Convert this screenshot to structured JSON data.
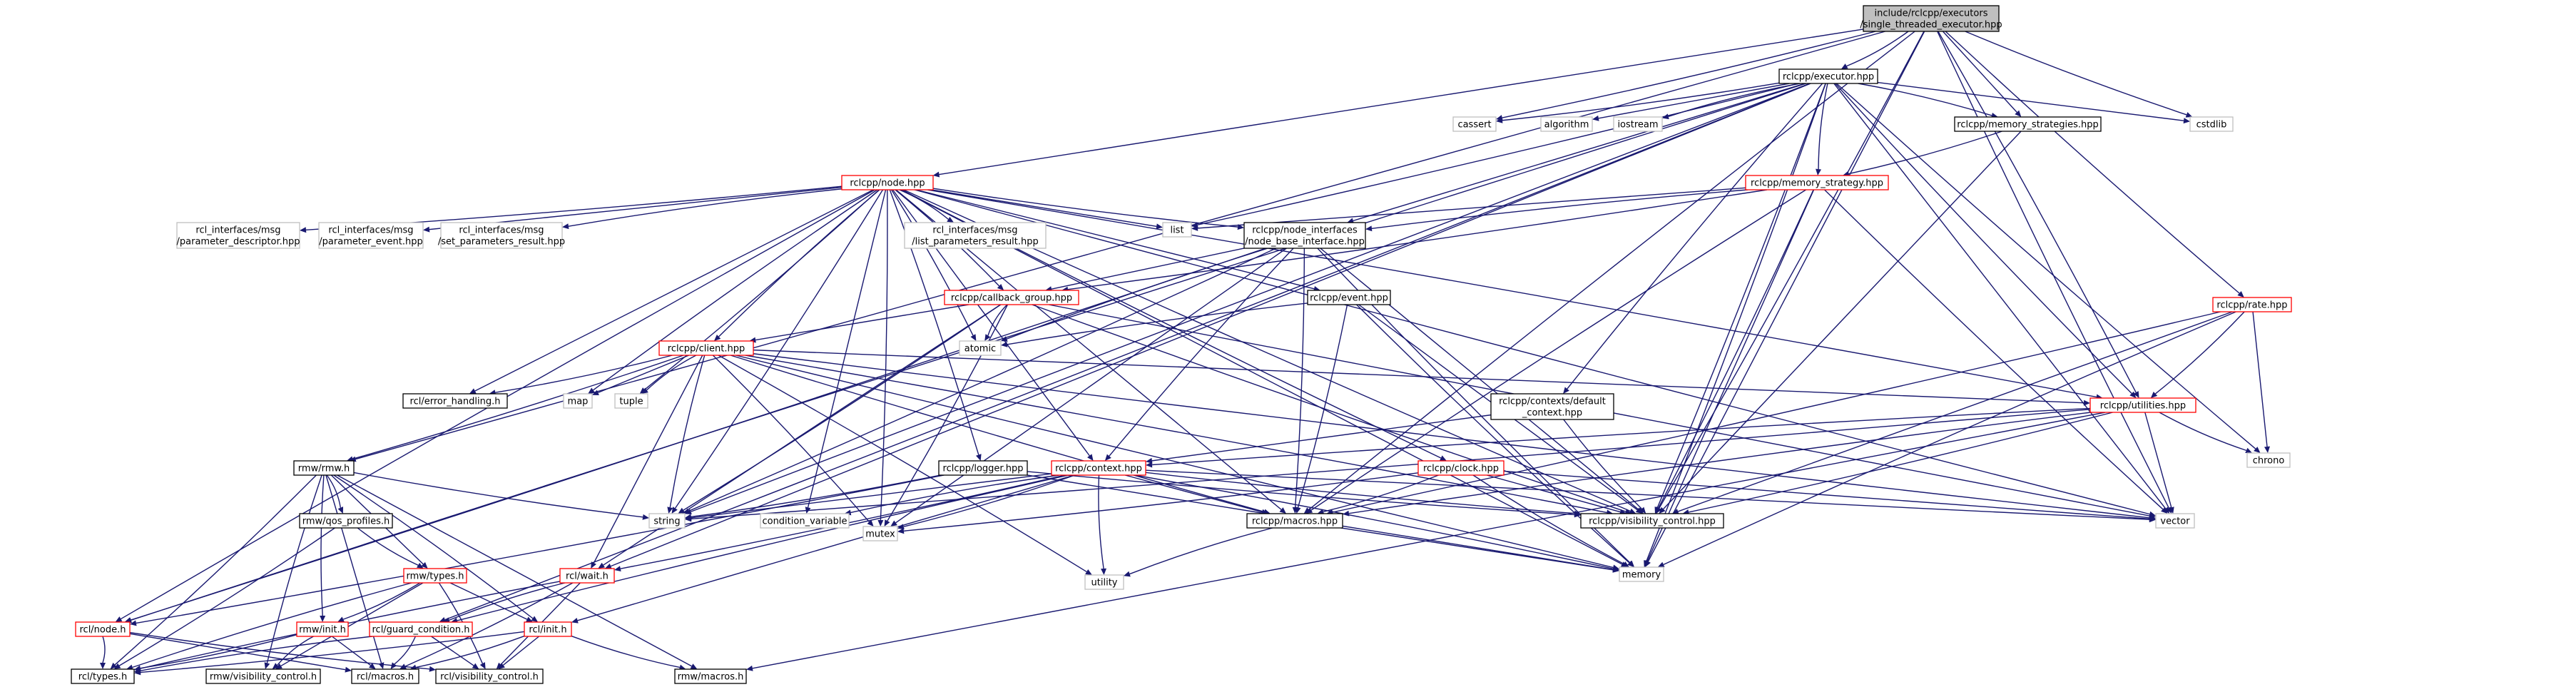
{
  "colors": {
    "edge": "#191970",
    "root_fill": "#bfbfbf",
    "documented_border": "#000000",
    "undocumented_border": "#ff0000",
    "external_border": "#bfbfbf"
  },
  "nodes": [
    {
      "id": "root",
      "lines": [
        "include/rclcpp/executors",
        "/single_threaded_executor.hpp"
      ],
      "kind": "root"
    },
    {
      "id": "executor",
      "lines": [
        "rclcpp/executor.hpp"
      ],
      "kind": "doc"
    },
    {
      "id": "cassert",
      "lines": [
        "cassert"
      ],
      "kind": "ext"
    },
    {
      "id": "algorithm",
      "lines": [
        "algorithm"
      ],
      "kind": "ext"
    },
    {
      "id": "iostream",
      "lines": [
        "iostream"
      ],
      "kind": "ext"
    },
    {
      "id": "memstrategies",
      "lines": [
        "rclcpp/memory_strategies.hpp"
      ],
      "kind": "doc"
    },
    {
      "id": "cstdlib",
      "lines": [
        "cstdlib"
      ],
      "kind": "ext"
    },
    {
      "id": "memstrategy",
      "lines": [
        "rclcpp/memory_strategy.hpp"
      ],
      "kind": "undoc"
    },
    {
      "id": "nodehpp",
      "lines": [
        "rclcpp/node.hpp"
      ],
      "kind": "undoc"
    },
    {
      "id": "list",
      "lines": [
        "list"
      ],
      "kind": "ext"
    },
    {
      "id": "paramdesc",
      "lines": [
        "rcl_interfaces/msg",
        "/parameter_descriptor.hpp"
      ],
      "kind": "ext"
    },
    {
      "id": "paramevent",
      "lines": [
        "rcl_interfaces/msg",
        "/parameter_event.hpp"
      ],
      "kind": "ext"
    },
    {
      "id": "setparams",
      "lines": [
        "rcl_interfaces/msg",
        "/set_parameters_result.hpp"
      ],
      "kind": "ext"
    },
    {
      "id": "listparams",
      "lines": [
        "rcl_interfaces/msg",
        "/list_parameters_result.hpp"
      ],
      "kind": "ext"
    },
    {
      "id": "nodebase",
      "lines": [
        "rclcpp/node_interfaces",
        "/node_base_interface.hpp"
      ],
      "kind": "doc"
    },
    {
      "id": "callbackgroup",
      "lines": [
        "rclcpp/callback_group.hpp"
      ],
      "kind": "undoc"
    },
    {
      "id": "event",
      "lines": [
        "rclcpp/event.hpp"
      ],
      "kind": "doc"
    },
    {
      "id": "client",
      "lines": [
        "rclcpp/client.hpp"
      ],
      "kind": "undoc"
    },
    {
      "id": "atomic",
      "lines": [
        "atomic"
      ],
      "kind": "ext"
    },
    {
      "id": "rclerror",
      "lines": [
        "rcl/error_handling.h"
      ],
      "kind": "doc"
    },
    {
      "id": "map",
      "lines": [
        "map"
      ],
      "kind": "ext"
    },
    {
      "id": "tuple",
      "lines": [
        "tuple"
      ],
      "kind": "ext"
    },
    {
      "id": "defaultctx",
      "lines": [
        "rclcpp/contexts/default",
        "_context.hpp"
      ],
      "kind": "doc"
    },
    {
      "id": "rate",
      "lines": [
        "rclcpp/rate.hpp"
      ],
      "kind": "undoc"
    },
    {
      "id": "utilities",
      "lines": [
        "rclcpp/utilities.hpp"
      ],
      "kind": "undoc"
    },
    {
      "id": "chrono",
      "lines": [
        "chrono"
      ],
      "kind": "ext"
    },
    {
      "id": "rmw",
      "lines": [
        "rmw/rmw.h"
      ],
      "kind": "doc"
    },
    {
      "id": "logger",
      "lines": [
        "rclcpp/logger.hpp"
      ],
      "kind": "doc"
    },
    {
      "id": "context",
      "lines": [
        "rclcpp/context.hpp"
      ],
      "kind": "undoc"
    },
    {
      "id": "clock",
      "lines": [
        "rclcpp/clock.hpp"
      ],
      "kind": "undoc"
    },
    {
      "id": "qos",
      "lines": [
        "rmw/qos_profiles.h"
      ],
      "kind": "doc"
    },
    {
      "id": "string",
      "lines": [
        "string"
      ],
      "kind": "ext"
    },
    {
      "id": "condvar",
      "lines": [
        "condition_variable"
      ],
      "kind": "ext"
    },
    {
      "id": "mutex",
      "lines": [
        "mutex"
      ],
      "kind": "ext"
    },
    {
      "id": "macros",
      "lines": [
        "rclcpp/macros.hpp"
      ],
      "kind": "doc"
    },
    {
      "id": "visibility",
      "lines": [
        "rclcpp/visibility_control.hpp"
      ],
      "kind": "doc"
    },
    {
      "id": "vector",
      "lines": [
        "vector"
      ],
      "kind": "ext"
    },
    {
      "id": "rmwtypes",
      "lines": [
        "rmw/types.h"
      ],
      "kind": "undoc"
    },
    {
      "id": "rclwait",
      "lines": [
        "rcl/wait.h"
      ],
      "kind": "undoc"
    },
    {
      "id": "utility",
      "lines": [
        "utility"
      ],
      "kind": "ext"
    },
    {
      "id": "memory",
      "lines": [
        "memory"
      ],
      "kind": "ext"
    },
    {
      "id": "rclnode",
      "lines": [
        "rcl/node.h"
      ],
      "kind": "undoc"
    },
    {
      "id": "rmwinit",
      "lines": [
        "rmw/init.h"
      ],
      "kind": "undoc"
    },
    {
      "id": "guardcond",
      "lines": [
        "rcl/guard_condition.h"
      ],
      "kind": "undoc"
    },
    {
      "id": "rclinit",
      "lines": [
        "rcl/init.h"
      ],
      "kind": "undoc"
    },
    {
      "id": "rcltypes",
      "lines": [
        "rcl/types.h"
      ],
      "kind": "doc"
    },
    {
      "id": "rmwvis",
      "lines": [
        "rmw/visibility_control.h"
      ],
      "kind": "doc"
    },
    {
      "id": "rclmacros",
      "lines": [
        "rcl/macros.h"
      ],
      "kind": "doc"
    },
    {
      "id": "rclvis",
      "lines": [
        "rcl/visibility_control.h"
      ],
      "kind": "doc"
    },
    {
      "id": "rmwmacros",
      "lines": [
        "rmw/macros.h"
      ],
      "kind": "doc"
    }
  ],
  "edges": [
    [
      "root",
      "executor"
    ],
    [
      "root",
      "memstrategies"
    ],
    [
      "root",
      "cstdlib"
    ],
    [
      "root",
      "cassert"
    ],
    [
      "root",
      "nodehpp"
    ],
    [
      "root",
      "rate"
    ],
    [
      "root",
      "utilities"
    ],
    [
      "root",
      "rmw"
    ],
    [
      "root",
      "macros"
    ],
    [
      "root",
      "visibility"
    ],
    [
      "root",
      "memory"
    ],
    [
      "root",
      "vector"
    ],
    [
      "executor",
      "cassert"
    ],
    [
      "executor",
      "algorithm"
    ],
    [
      "executor",
      "iostream"
    ],
    [
      "executor",
      "memstrategies"
    ],
    [
      "executor",
      "cstdlib"
    ],
    [
      "executor",
      "memstrategy"
    ],
    [
      "executor",
      "list"
    ],
    [
      "executor",
      "nodebase"
    ],
    [
      "executor",
      "defaultctx"
    ],
    [
      "executor",
      "visibility"
    ],
    [
      "executor",
      "vector"
    ],
    [
      "executor",
      "chrono"
    ],
    [
      "executor",
      "memory"
    ],
    [
      "executor",
      "string"
    ],
    [
      "executor",
      "rclnode"
    ],
    [
      "executor",
      "guardcond"
    ],
    [
      "executor",
      "rclwait"
    ],
    [
      "executor",
      "utilities"
    ],
    [
      "memstrategies",
      "memstrategy"
    ],
    [
      "memstrategies",
      "visibility"
    ],
    [
      "memstrategy",
      "nodebase"
    ],
    [
      "memstrategy",
      "callbackgroup"
    ],
    [
      "memstrategy",
      "list"
    ],
    [
      "memstrategy",
      "macros"
    ],
    [
      "memstrategy",
      "visibility"
    ],
    [
      "memstrategy",
      "memory"
    ],
    [
      "memstrategy",
      "vector"
    ],
    [
      "nodehpp",
      "paramdesc"
    ],
    [
      "nodehpp",
      "paramevent"
    ],
    [
      "nodehpp",
      "setparams"
    ],
    [
      "nodehpp",
      "listparams"
    ],
    [
      "nodehpp",
      "list"
    ],
    [
      "nodehpp",
      "nodebase"
    ],
    [
      "nodehpp",
      "callbackgroup"
    ],
    [
      "nodehpp",
      "event"
    ],
    [
      "nodehpp",
      "client"
    ],
    [
      "nodehpp",
      "atomic"
    ],
    [
      "nodehpp",
      "rclerror"
    ],
    [
      "nodehpp",
      "map"
    ],
    [
      "nodehpp",
      "tuple"
    ],
    [
      "nodehpp",
      "context"
    ],
    [
      "nodehpp",
      "clock"
    ],
    [
      "nodehpp",
      "logger"
    ],
    [
      "nodehpp",
      "macros"
    ],
    [
      "nodehpp",
      "visibility"
    ],
    [
      "nodehpp",
      "utilities"
    ],
    [
      "nodehpp",
      "memory"
    ],
    [
      "nodehpp",
      "vector"
    ],
    [
      "nodehpp",
      "string"
    ],
    [
      "nodehpp",
      "condvar"
    ],
    [
      "nodehpp",
      "rclnode"
    ],
    [
      "nodehpp",
      "mutex"
    ],
    [
      "nodebase",
      "callbackgroup"
    ],
    [
      "nodebase",
      "context"
    ],
    [
      "nodebase",
      "macros"
    ],
    [
      "nodebase",
      "visibility"
    ],
    [
      "nodebase",
      "memory"
    ],
    [
      "nodebase",
      "string"
    ],
    [
      "nodebase",
      "mutex"
    ],
    [
      "nodebase",
      "atomic"
    ],
    [
      "nodebase",
      "rclnode"
    ],
    [
      "callbackgroup",
      "client"
    ],
    [
      "callbackgroup",
      "atomic"
    ],
    [
      "callbackgroup",
      "mutex"
    ],
    [
      "callbackgroup",
      "vector"
    ],
    [
      "callbackgroup",
      "visibility"
    ],
    [
      "callbackgroup",
      "string"
    ],
    [
      "callbackgroup",
      "rclwait"
    ],
    [
      "event",
      "atomic"
    ],
    [
      "event",
      "macros"
    ],
    [
      "event",
      "visibility"
    ],
    [
      "event",
      "memory"
    ],
    [
      "client",
      "rclerror"
    ],
    [
      "client",
      "map"
    ],
    [
      "client",
      "tuple"
    ],
    [
      "client",
      "rmw"
    ],
    [
      "client",
      "rclwait"
    ],
    [
      "client",
      "string"
    ],
    [
      "client",
      "utility"
    ],
    [
      "client",
      "memory"
    ],
    [
      "client",
      "macros"
    ],
    [
      "client",
      "visibility"
    ],
    [
      "client",
      "utilities"
    ],
    [
      "client",
      "vector"
    ],
    [
      "client",
      "mutex"
    ],
    [
      "defaultctx",
      "context"
    ],
    [
      "defaultctx",
      "visibility"
    ],
    [
      "rate",
      "utilities"
    ],
    [
      "rate",
      "chrono"
    ],
    [
      "rate",
      "memory"
    ],
    [
      "rate",
      "macros"
    ],
    [
      "rate",
      "visibility"
    ],
    [
      "utilities",
      "chrono"
    ],
    [
      "utilities",
      "string"
    ],
    [
      "utilities",
      "vector"
    ],
    [
      "utilities",
      "context"
    ],
    [
      "utilities",
      "visibility"
    ],
    [
      "utilities",
      "rmwmacros"
    ],
    [
      "utilities",
      "macros"
    ],
    [
      "rmw",
      "qos"
    ],
    [
      "rmw",
      "rmwtypes"
    ],
    [
      "rmw",
      "rmwinit"
    ],
    [
      "rmw",
      "rclinit"
    ],
    [
      "rmw",
      "rmwmacros"
    ],
    [
      "rmw",
      "rmwvis"
    ],
    [
      "rmw",
      "rcltypes"
    ],
    [
      "rmw",
      "rclmacros"
    ],
    [
      "rmw",
      "string"
    ],
    [
      "logger",
      "string"
    ],
    [
      "logger",
      "memory"
    ],
    [
      "logger",
      "visibility"
    ],
    [
      "logger",
      "rclnode"
    ],
    [
      "context",
      "string"
    ],
    [
      "context",
      "condvar"
    ],
    [
      "context",
      "mutex"
    ],
    [
      "context",
      "macros"
    ],
    [
      "context",
      "visibility"
    ],
    [
      "context",
      "memory"
    ],
    [
      "context",
      "vector"
    ],
    [
      "context",
      "utility"
    ],
    [
      "context",
      "rclwait"
    ],
    [
      "context",
      "rclinit"
    ],
    [
      "context",
      "guardcond"
    ],
    [
      "clock",
      "macros"
    ],
    [
      "clock",
      "visibility"
    ],
    [
      "clock",
      "memory"
    ],
    [
      "clock",
      "mutex"
    ],
    [
      "clock",
      "vector"
    ],
    [
      "qos",
      "rmwtypes"
    ],
    [
      "qos",
      "rcltypes"
    ],
    [
      "macros",
      "memory"
    ],
    [
      "macros",
      "utility"
    ],
    [
      "rmwtypes",
      "rmwinit"
    ],
    [
      "rmwtypes",
      "rclinit"
    ],
    [
      "rmwtypes",
      "rcltypes"
    ],
    [
      "rmwtypes",
      "rclvis"
    ],
    [
      "rmwtypes",
      "rmwvis"
    ],
    [
      "rclwait",
      "guardcond"
    ],
    [
      "rclwait",
      "rclmacros"
    ],
    [
      "rclwait",
      "rclvis"
    ],
    [
      "rclwait",
      "rcltypes"
    ],
    [
      "rclnode",
      "rcltypes"
    ],
    [
      "rclnode",
      "rclmacros"
    ],
    [
      "rclnode",
      "rclvis"
    ],
    [
      "rmwinit",
      "rcltypes"
    ],
    [
      "rmwinit",
      "rclmacros"
    ],
    [
      "rmwinit",
      "rmwvis"
    ],
    [
      "guardcond",
      "rclmacros"
    ],
    [
      "guardcond",
      "rclvis"
    ],
    [
      "guardcond",
      "rcltypes"
    ],
    [
      "rclinit",
      "rclmacros"
    ],
    [
      "rclinit",
      "rclvis"
    ],
    [
      "rclinit",
      "rmwmacros"
    ],
    [
      "rclinit",
      "rcltypes"
    ]
  ]
}
